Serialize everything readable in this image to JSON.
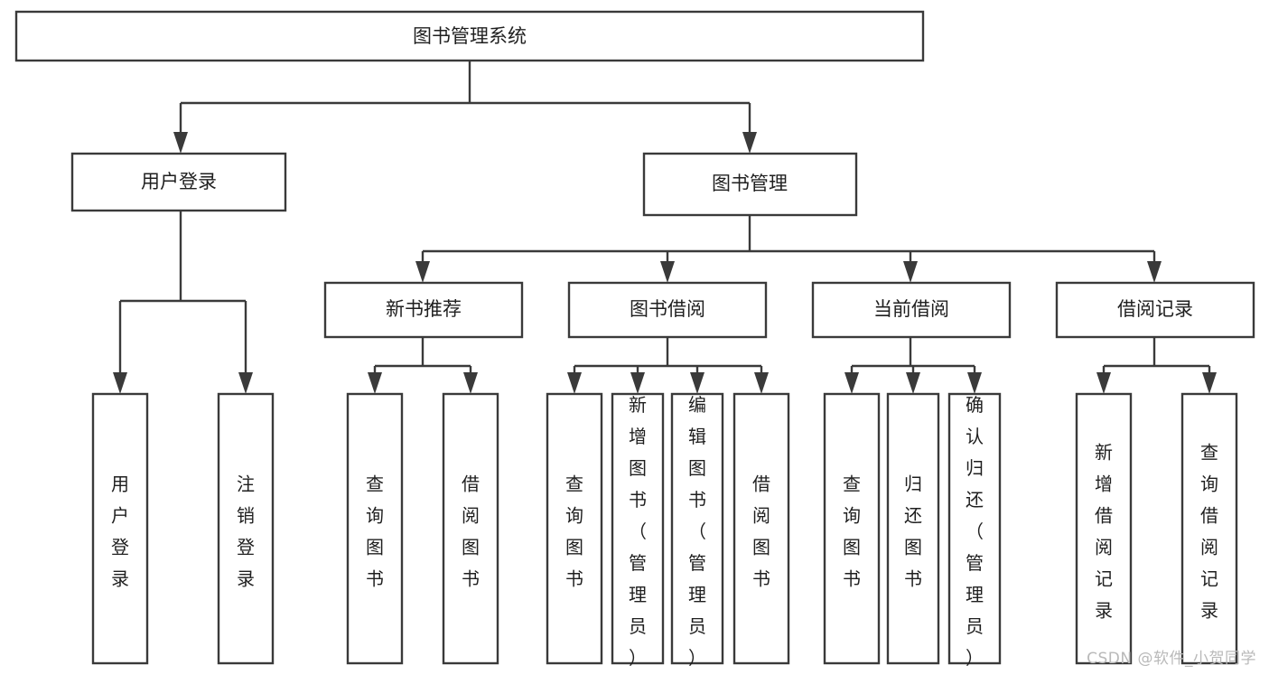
{
  "diagram": {
    "title": "图书管理系统",
    "type": "tree-hierarchy",
    "watermark": "CSDN @软件_小贺同学",
    "colors": {
      "stroke": "#3a3a3a",
      "fill": "#ffffff",
      "text": "#1f1f1f",
      "watermark": "#b9b9b9"
    },
    "levels": {
      "root": "图书管理系统",
      "level2": [
        "用户登录",
        "图书管理"
      ],
      "level3": [
        "新书推荐",
        "图书借阅",
        "当前借阅",
        "借阅记录"
      ]
    },
    "nodes": {
      "root": {
        "label": "图书管理系统",
        "orientation": "horizontal"
      },
      "user_login": {
        "label": "用户登录",
        "orientation": "horizontal"
      },
      "book_manage": {
        "label": "图书管理",
        "orientation": "horizontal"
      },
      "new_book_rec": {
        "label": "新书推荐",
        "orientation": "horizontal"
      },
      "book_borrow": {
        "label": "图书借阅",
        "orientation": "horizontal"
      },
      "current_borrow": {
        "label": "当前借阅",
        "orientation": "horizontal"
      },
      "borrow_record": {
        "label": "借阅记录",
        "orientation": "horizontal"
      },
      "leaf_user_login": {
        "label": "用户登录",
        "orientation": "vertical"
      },
      "leaf_logout": {
        "label": "注销登录",
        "orientation": "vertical"
      },
      "leaf_query_book_1": {
        "label": "查询图书",
        "orientation": "vertical"
      },
      "leaf_borrow_book_1": {
        "label": "借阅图书",
        "orientation": "vertical"
      },
      "leaf_query_book_2": {
        "label": "查询图书",
        "orientation": "vertical"
      },
      "leaf_add_book": {
        "label": "新增图书（管理员）",
        "orientation": "vertical"
      },
      "leaf_edit_book": {
        "label": "编辑图书（管理员）",
        "orientation": "vertical"
      },
      "leaf_borrow_book_2": {
        "label": "借阅图书",
        "orientation": "vertical"
      },
      "leaf_query_book_3": {
        "label": "查询图书",
        "orientation": "vertical"
      },
      "leaf_return_book": {
        "label": "归还图书",
        "orientation": "vertical"
      },
      "leaf_confirm_return": {
        "label": "确认归还（管理员）",
        "orientation": "vertical"
      },
      "leaf_add_record": {
        "label": "新增借阅记录",
        "orientation": "vertical"
      },
      "leaf_query_record": {
        "label": "查询借阅记录",
        "orientation": "vertical"
      }
    },
    "edges": [
      {
        "from": "图书管理系统",
        "to": "用户登录"
      },
      {
        "from": "图书管理系统",
        "to": "图书管理"
      },
      {
        "from": "用户登录",
        "to": "用户登录"
      },
      {
        "from": "用户登录",
        "to": "注销登录"
      },
      {
        "from": "图书管理",
        "to": "新书推荐"
      },
      {
        "from": "图书管理",
        "to": "图书借阅"
      },
      {
        "from": "图书管理",
        "to": "当前借阅"
      },
      {
        "from": "图书管理",
        "to": "借阅记录"
      },
      {
        "from": "新书推荐",
        "to": "查询图书"
      },
      {
        "from": "新书推荐",
        "to": "借阅图书"
      },
      {
        "from": "图书借阅",
        "to": "查询图书"
      },
      {
        "from": "图书借阅",
        "to": "新增图书（管理员）"
      },
      {
        "from": "图书借阅",
        "to": "编辑图书（管理员）"
      },
      {
        "from": "图书借阅",
        "to": "借阅图书"
      },
      {
        "from": "当前借阅",
        "to": "查询图书"
      },
      {
        "from": "当前借阅",
        "to": "归还图书"
      },
      {
        "from": "当前借阅",
        "to": "确认归还（管理员）"
      },
      {
        "from": "借阅记录",
        "to": "新增借阅记录"
      },
      {
        "from": "借阅记录",
        "to": "查询借阅记录"
      }
    ]
  }
}
